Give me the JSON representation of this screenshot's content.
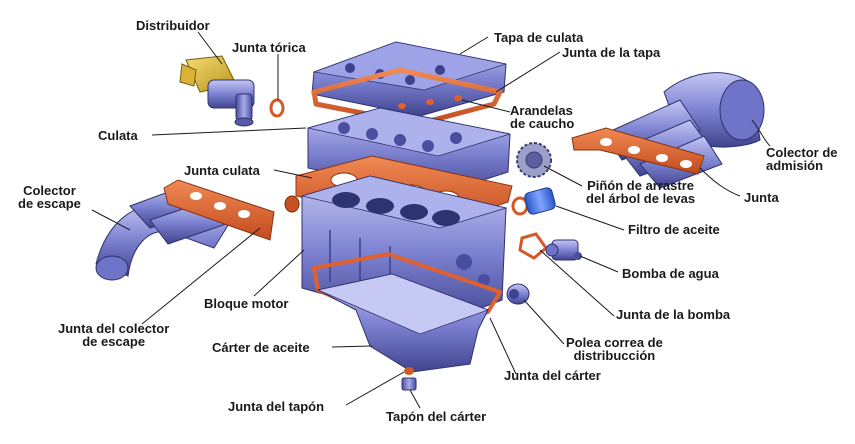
{
  "labels": {
    "distribuidor": "Distribuidor",
    "junta_torica": "Junta tórica",
    "tapa_culata": "Tapa de culata",
    "junta_tapa": "Junta de la tapa",
    "arandelas_1": "Arandelas",
    "arandelas_2": "de caucho",
    "culata": "Culata",
    "junta_culata": "Junta culata",
    "colector_admision_1": "Colector de",
    "colector_admision_2": "admisión",
    "junta": "Junta",
    "pinon_1": "Piñón de arrastre",
    "pinon_2": "del árbol de levas",
    "colector_escape_1": "Colector",
    "colector_escape_2": "de escape",
    "filtro_aceite": "Filtro de aceite",
    "bomba_agua": "Bomba de agua",
    "bloque_motor": "Bloque motor",
    "junta_bomba": "Junta de la bomba",
    "junta_colector_1": "Junta del colector",
    "junta_colector_2": "de escape",
    "polea_1": "Polea correa de",
    "polea_2": "distribucción",
    "carter_aceite": "Cárter de aceite",
    "junta_carter": "Junta del cárter",
    "junta_tapon": "Junta del tapón",
    "tapon_carter": "Tapón del cárter"
  },
  "colors": {
    "metal_blue": "#6f74c9",
    "metal_dark": "#3d418f",
    "metal_light": "#b9bdf0",
    "gasket": "#e0602e",
    "gasket_dark": "#a33d14",
    "brass": "#e0bd3a",
    "leader_line": "#1a1a1a"
  }
}
